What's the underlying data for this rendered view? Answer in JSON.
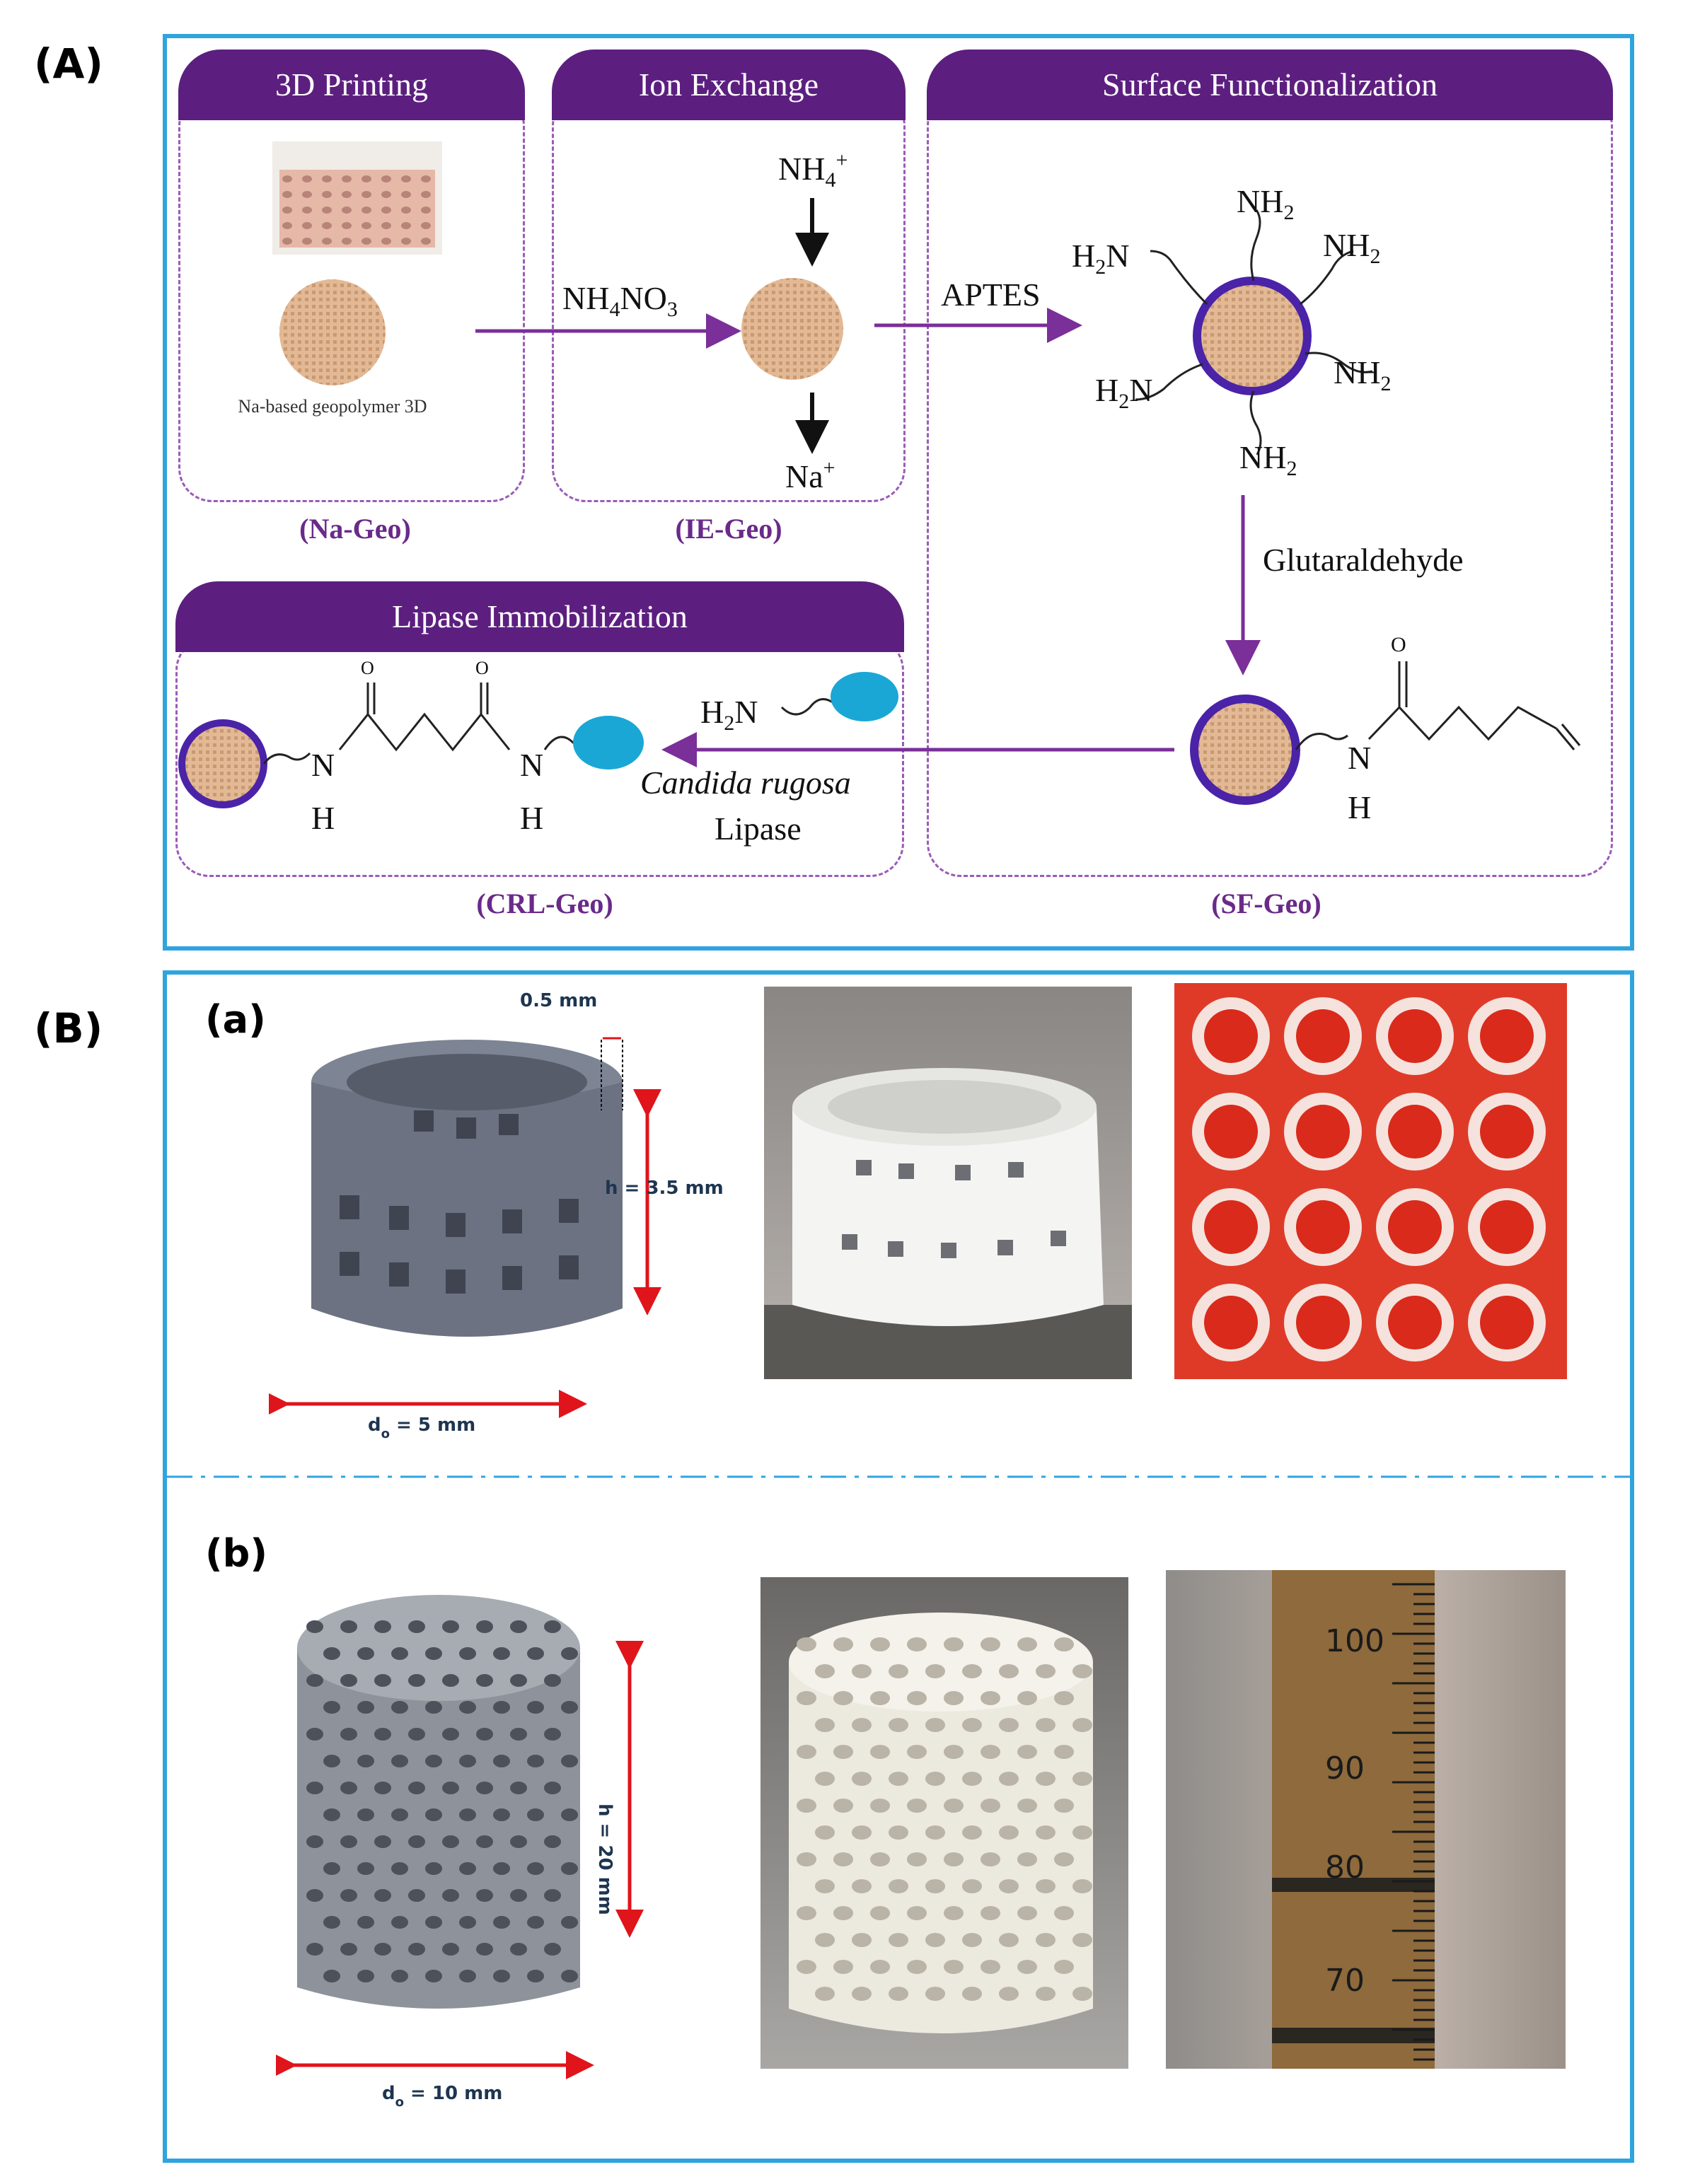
{
  "panel_a": {
    "label": "(A)",
    "steps": {
      "printing": {
        "title": "3D Printing",
        "caption": "(Na-Geo)",
        "note": "Na-based geopolymer 3D"
      },
      "exchange": {
        "title": "Ion Exchange",
        "caption": "(IE-Geo)"
      },
      "functional": {
        "title": "Surface Functionalization",
        "caption": "(SF-Geo)"
      },
      "lipase": {
        "title": "Lipase Immobilization",
        "caption": "(CRL-Geo)"
      }
    },
    "reagents": {
      "nh4no3": "NH4NO3",
      "nh4_plus": "NH4+",
      "na_plus": "Na+",
      "aptes": "APTES",
      "glutaraldehyde": "Glutaraldehyde",
      "enzyme_name": "Candida rugosa",
      "enzyme_type": "Lipase",
      "enzyme_amine": "H2N"
    },
    "groups": {
      "nh2": "NH2",
      "h2n": "H2N",
      "n": "N",
      "h": "H",
      "o": "O"
    }
  },
  "panel_b": {
    "label": "(B)",
    "sub_a": {
      "label": "(a)",
      "wall": "0.5 mm",
      "height": "h = 3.5 mm",
      "diameter": "d",
      "diameter_sub": "o",
      "diameter_value": " = 5 mm"
    },
    "sub_b": {
      "label": "(b)",
      "height": "h = 20 mm",
      "diameter": "d",
      "diameter_sub": "o",
      "diameter_value": " = 10 mm"
    },
    "cylinder_scale": [
      "100",
      "90",
      "80",
      "70"
    ]
  },
  "colors": {
    "frame": "#2fa4df",
    "header": "#5c1f80",
    "arrow": "#7a2f99",
    "geo": "#e3b995",
    "enzyme": "#1aa7d6",
    "dimension": "#e0141b"
  }
}
